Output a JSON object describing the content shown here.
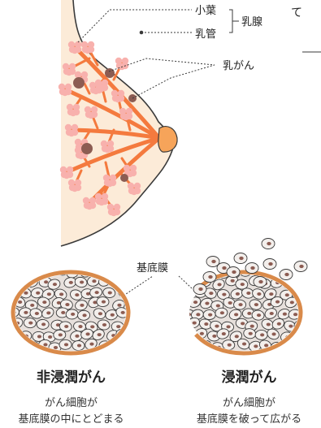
{
  "top_right_text": "て",
  "breast_labels": {
    "lobule": "小葉",
    "duct": "乳管",
    "mammary_gland": "乳腺",
    "cancer": "乳がん"
  },
  "membrane_label": "基底膜",
  "left_panel": {
    "title": "非浸潤がん",
    "desc_line1": "がん細胞が",
    "desc_line2": "基底膜の中にとどまる"
  },
  "right_panel": {
    "title": "浸潤がん",
    "desc_line1": "がん細胞が",
    "desc_line2": "基底膜を破って広がる"
  },
  "colors": {
    "skin": "#fcebd8",
    "outline": "#3a3a3a",
    "duct": "#f47a3e",
    "lobule": "#f8b1ad",
    "nipple": "#f6a45a",
    "tumor": "#8c5c52",
    "membrane": "#d98a4a",
    "cell_fill": "#f3efec",
    "nucleus": "#8c5c52"
  }
}
